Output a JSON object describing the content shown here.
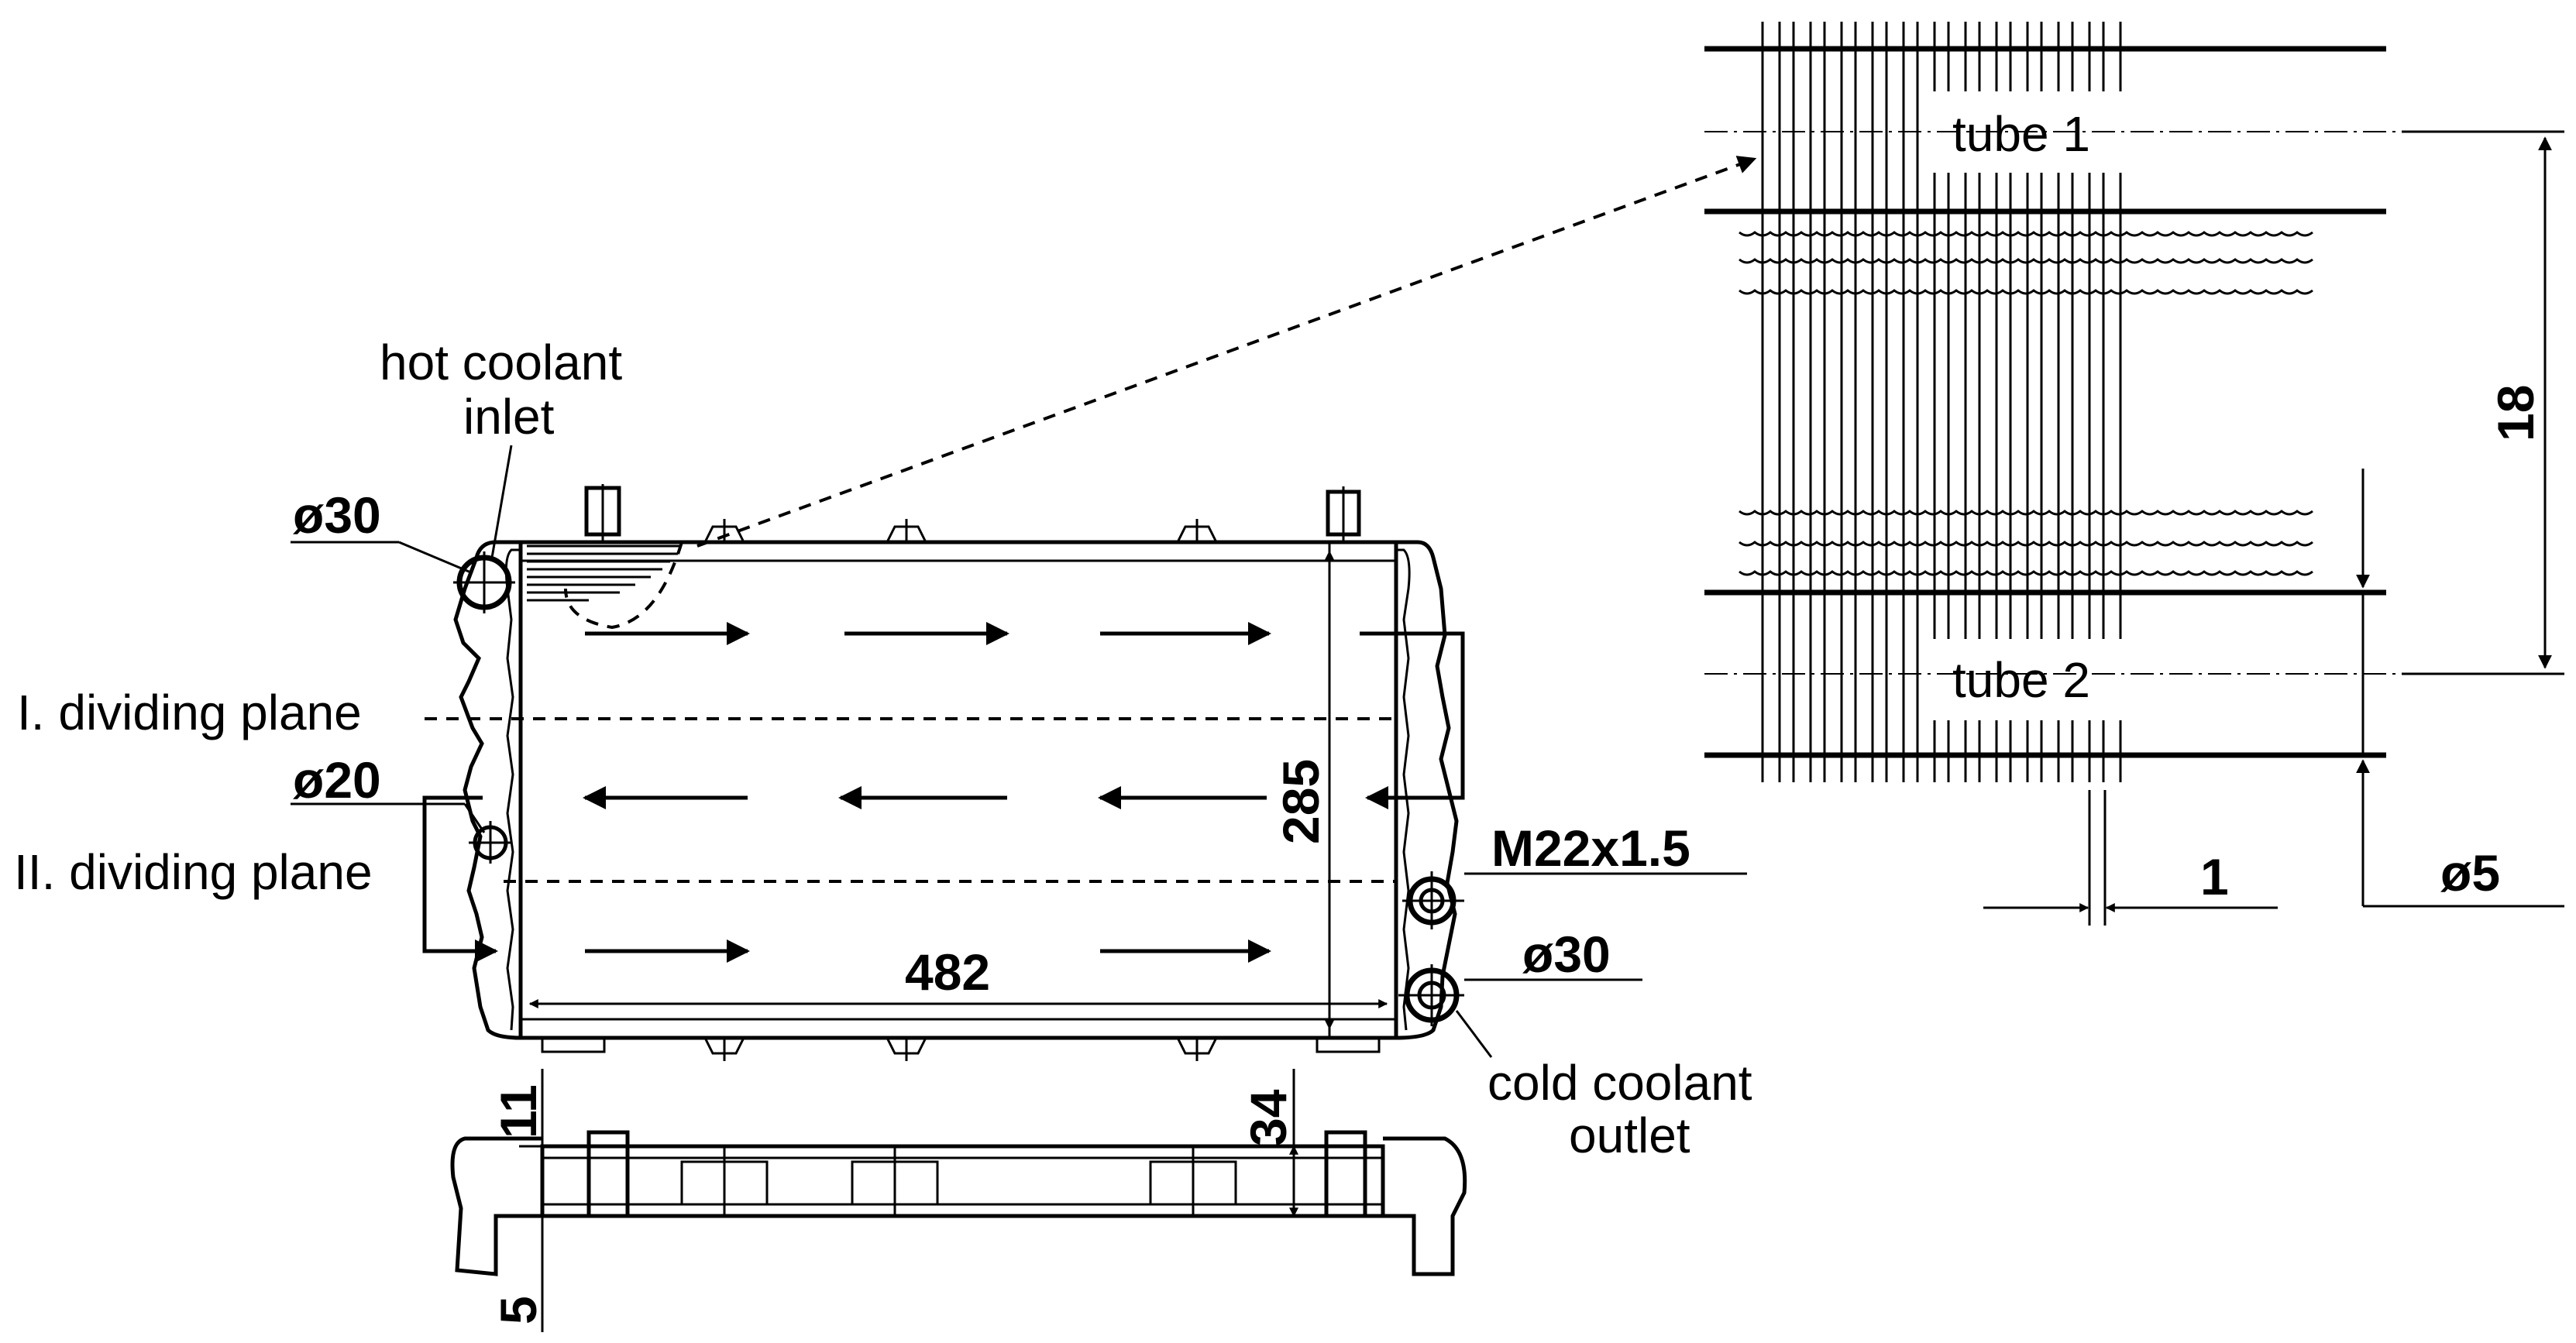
{
  "labels": {
    "hot_inlet_line1": "hot coolant",
    "hot_inlet_line2": "inlet",
    "dia_inlet": "ø30",
    "dividing_plane_1": "I. dividing plane",
    "dia_mid": "ø20",
    "dividing_plane_2": "II. dividing plane",
    "height": "285",
    "width": "482",
    "thread": "M22x1.5",
    "dia_outlet": "ø30",
    "cold_outlet_line1": "cold coolant",
    "cold_outlet_line2": "outlet",
    "side_dim_top": "11",
    "side_dim_bottom": "5",
    "depth": "34",
    "tube_1": "tube 1",
    "tube_2": "tube 2",
    "tube_pitch": "18",
    "fin_pitch": "1",
    "tube_dia": "ø5"
  }
}
